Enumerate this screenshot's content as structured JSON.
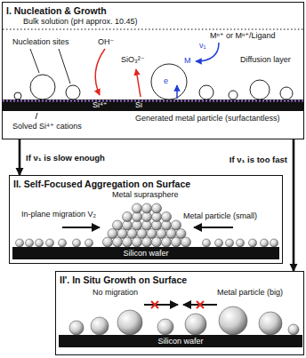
{
  "diagram": {
    "nodes": [
      {
        "text": [
          "I. Nucleation & Growth"
        ]
      },
      {
        "text": [
          "II. Self-Focused Aggregation on Surface"
        ]
      },
      {
        "text": [
          "Silicon wafer"
        ],
        "in": 1
      },
      {
        "text": [
          "II'. In Situ Growth on Surface"
        ]
      },
      {
        "text": [
          "Silicon wafer"
        ],
        "in": 3
      }
    ],
    "edges": [
      {
        "from": 0,
        "to": 1,
        "arrow": "to",
        "label": "If ν₁ is slow enough"
      },
      {
        "from": 0,
        "to": 3,
        "arrow": "to",
        "label": "If ν₁ is too fast"
      }
    ],
    "labels": [
      "Bulk solution (pH approx. 10.45)",
      "Nucleation sites",
      "OH⁻",
      "Mⁿ⁺ or Mⁿ⁺/Ligand",
      "ν₁",
      "Diffusion layer",
      "SiO₃²⁻",
      "M",
      "e",
      "Si⁴⁺",
      "Si",
      "Generated metal particle (surfactantless)",
      "Solved Si⁴⁺ cations",
      "Metal suprasphere",
      "In-plane migration V₂",
      "Metal particle (small)",
      "No migration",
      "Metal particle (big)"
    ]
  }
}
